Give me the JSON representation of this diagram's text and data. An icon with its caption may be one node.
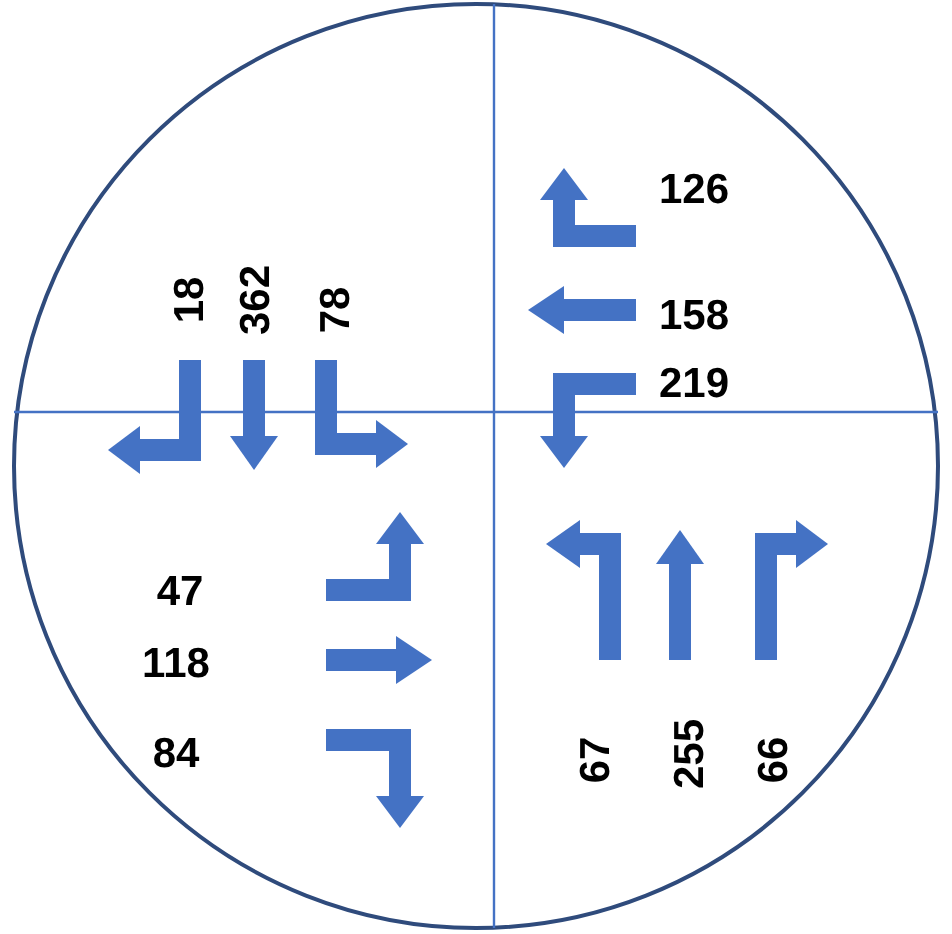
{
  "diagram": {
    "labels": [
      "18",
      "362",
      "78",
      "126",
      "158",
      "219",
      "47",
      "118",
      "84",
      "67",
      "255",
      "66"
    ]
  }
}
